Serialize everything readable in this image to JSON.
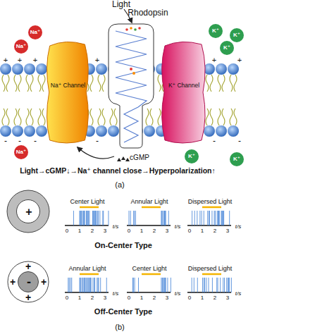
{
  "diagram": {
    "nodes": [
      {
        "text": [
          "Na⁺ Channel"
        ]
      },
      {
        "text": [
          "Rhodopsin"
        ]
      },
      {
        "text": [
          "K⁺ Channel"
        ]
      },
      {
        "text": [
          "+"
        ]
      },
      {
        "text": [
          "+",
          "+",
          "+",
          "+"
        ]
      },
      {
        "text": [
          "-"
        ],
        "in": 4
      }
    ],
    "labels": [
      "Light",
      "Na⁺",
      "Na⁺",
      "K⁺",
      "K⁺",
      "K⁺",
      "+",
      "+",
      "+",
      "+",
      "+",
      "+",
      "-",
      "-",
      "-",
      "-",
      "-",
      "-",
      "cGMP",
      "Na⁺",
      "K⁺",
      "K⁺",
      "Light→cGMP↓→Na⁺ channel close→Hyperpolarization↑",
      "(a)",
      "Center Light",
      "0",
      "1",
      "2",
      "3",
      "t/s",
      "Annular Light",
      "0",
      "1",
      "2",
      "3",
      "t/s",
      "Dispersed Light",
      "0",
      "1",
      "2",
      "3",
      "t/s",
      "On-Center Type",
      "Annular Light",
      "0",
      "1",
      "2",
      "3",
      "t/s",
      "Center Light",
      "0",
      "1",
      "2",
      "3",
      "t/s",
      "Dispersed Light",
      "0",
      "1",
      "2",
      "3",
      "t/s",
      "Off-Center Type",
      "(b)"
    ]
  }
}
